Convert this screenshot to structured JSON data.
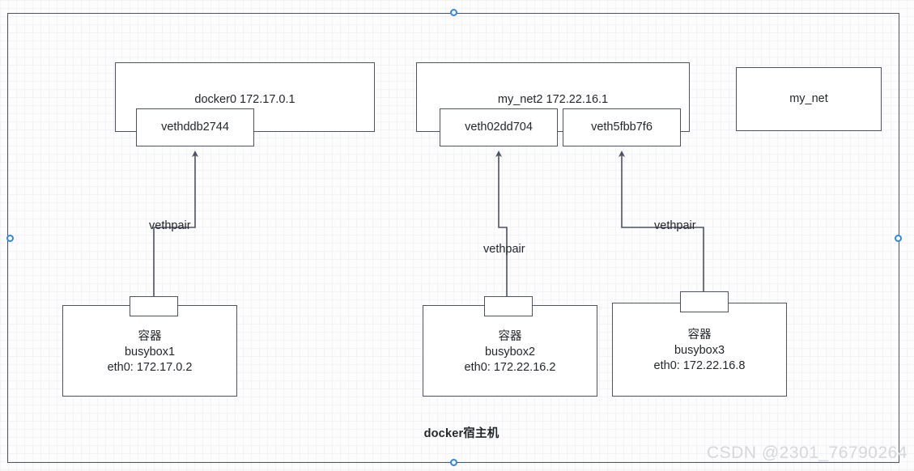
{
  "diagram": {
    "host_label": "docker宿主机",
    "watermark": "CSDN @2301_76790264",
    "accent_color": "#2f86e8",
    "stroke_color": "#4d5360",
    "networks": [
      {
        "id": "docker0",
        "label": "docker0 172.17.0.1"
      },
      {
        "id": "my_net2",
        "label": "my_net2 172.22.16.1"
      },
      {
        "id": "my_net",
        "label": "my_net"
      }
    ],
    "veth_interfaces": [
      {
        "id": "vethddb2744",
        "label": "vethddb2744",
        "network": "docker0"
      },
      {
        "id": "veth02dd704",
        "label": "veth02dd704",
        "network": "my_net2"
      },
      {
        "id": "veth5fbb7f6",
        "label": "veth5fbb7f6",
        "network": "my_net2"
      }
    ],
    "containers": [
      {
        "id": "busybox1",
        "type_label": "容器",
        "name_label": "busybox1",
        "eth_label": "eth0: 172.17.0.2",
        "port_label": ""
      },
      {
        "id": "busybox2",
        "type_label": "容器",
        "name_label": "busybox2",
        "eth_label": "eth0: 172.22.16.2",
        "port_label": ""
      },
      {
        "id": "busybox3",
        "type_label": "容器",
        "name_label": "busybox3",
        "eth_label": "eth0: 172.22.16.8",
        "port_label": ""
      }
    ],
    "links": [
      {
        "id": "link1",
        "label": "vethpair",
        "from": "busybox1",
        "to": "vethddb2744"
      },
      {
        "id": "link2",
        "label": "vethpair",
        "from": "busybox2",
        "to": "veth02dd704"
      },
      {
        "id": "link3",
        "label": "vethpair",
        "from": "busybox3",
        "to": "veth5fbb7f6"
      }
    ]
  }
}
